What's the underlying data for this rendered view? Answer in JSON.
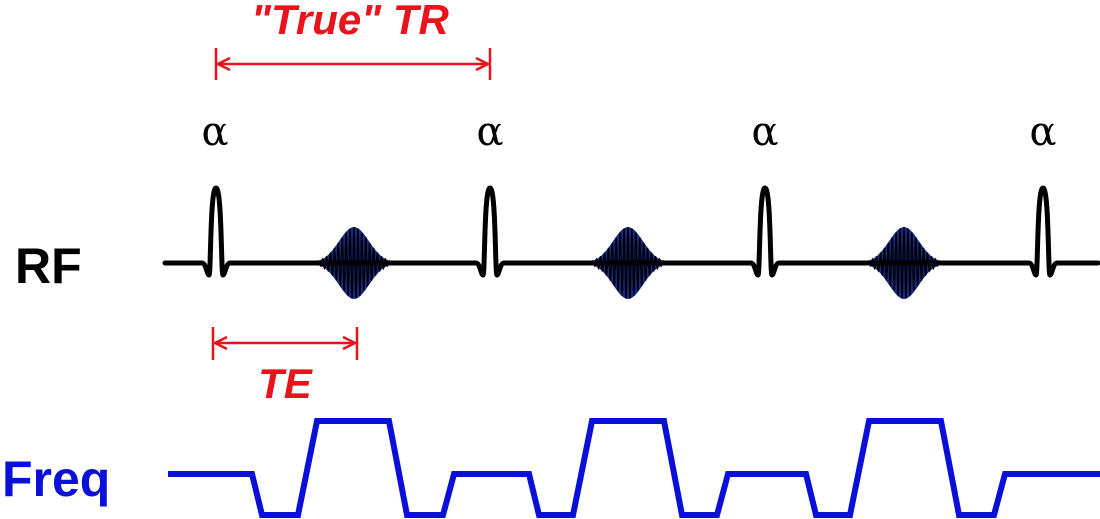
{
  "labels": {
    "rf": "RF",
    "freq": "Freq",
    "true_tr": "\"True\" TR",
    "te": "TE",
    "alpha": [
      "α",
      "α",
      "α",
      "α"
    ]
  },
  "colors": {
    "rf_line": "#000000",
    "echo_fill": "#1a2a8a",
    "freq_line": "#0a10d8",
    "annotation": "#e8141c",
    "rf_label": "#000000",
    "freq_label": "#0a10d8"
  }
}
